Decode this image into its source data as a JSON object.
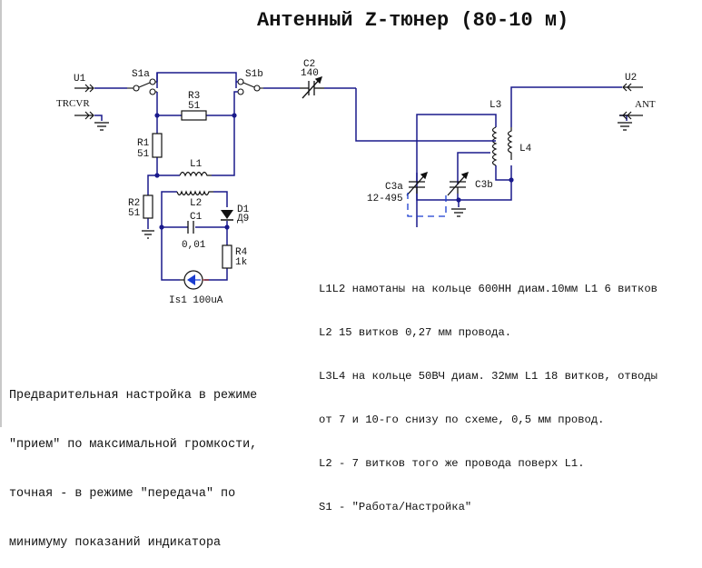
{
  "title": "Антенный Z-тюнер (80-10 м)",
  "schematic": {
    "components": {
      "U1": {
        "ref": "U1",
        "name": "TRCVR"
      },
      "U2": {
        "ref": "U2",
        "name": "ANT"
      },
      "S1a": {
        "ref": "S1a"
      },
      "S1b": {
        "ref": "S1b"
      },
      "C2": {
        "ref": "C2",
        "value": "140"
      },
      "R3": {
        "ref": "R3",
        "value": "51"
      },
      "R1": {
        "ref": "R1",
        "value": "51"
      },
      "R2": {
        "ref": "R2",
        "value": "51"
      },
      "L1": {
        "ref": "L1"
      },
      "L2": {
        "ref": "L2"
      },
      "D1": {
        "ref": "D1",
        "value": "Д9"
      },
      "C1": {
        "ref": "C1",
        "value": "0,01"
      },
      "R4": {
        "ref": "R4",
        "value": "1k"
      },
      "Is1": {
        "ref": "Is1",
        "value": "100uA",
        "label": "Is1 100uA"
      },
      "L3": {
        "ref": "L3"
      },
      "L4": {
        "ref": "L4"
      },
      "C3a": {
        "ref": "C3a",
        "value": "12-495"
      },
      "C3b": {
        "ref": "C3b"
      }
    },
    "wire_color": "#1a1a8c",
    "node_color": "#1a1a8c",
    "source_color": "#1a3cd0"
  },
  "notes": [
    "L1L2 намотаны на кольце 600НН диам.10мм L1 6 витков",
    "L2 15 витков 0,27 мм провода.",
    "L3L4 на кольце 50ВЧ диам. 32мм L1 18 витков, отводы",
    "от 7 и 10-го снизу по схеме, 0,5 мм провод.",
    "L2 - 7 витков того же провода поверх L1.",
    "S1 - \"Работа/Настройка\""
  ],
  "instructions": [
    "Предварительная настройка в режиме",
    "\"прием\" по максимальной громкости,",
    "точная - в режиме \"передача\" по",
    "минимуму показаний индикатора"
  ]
}
